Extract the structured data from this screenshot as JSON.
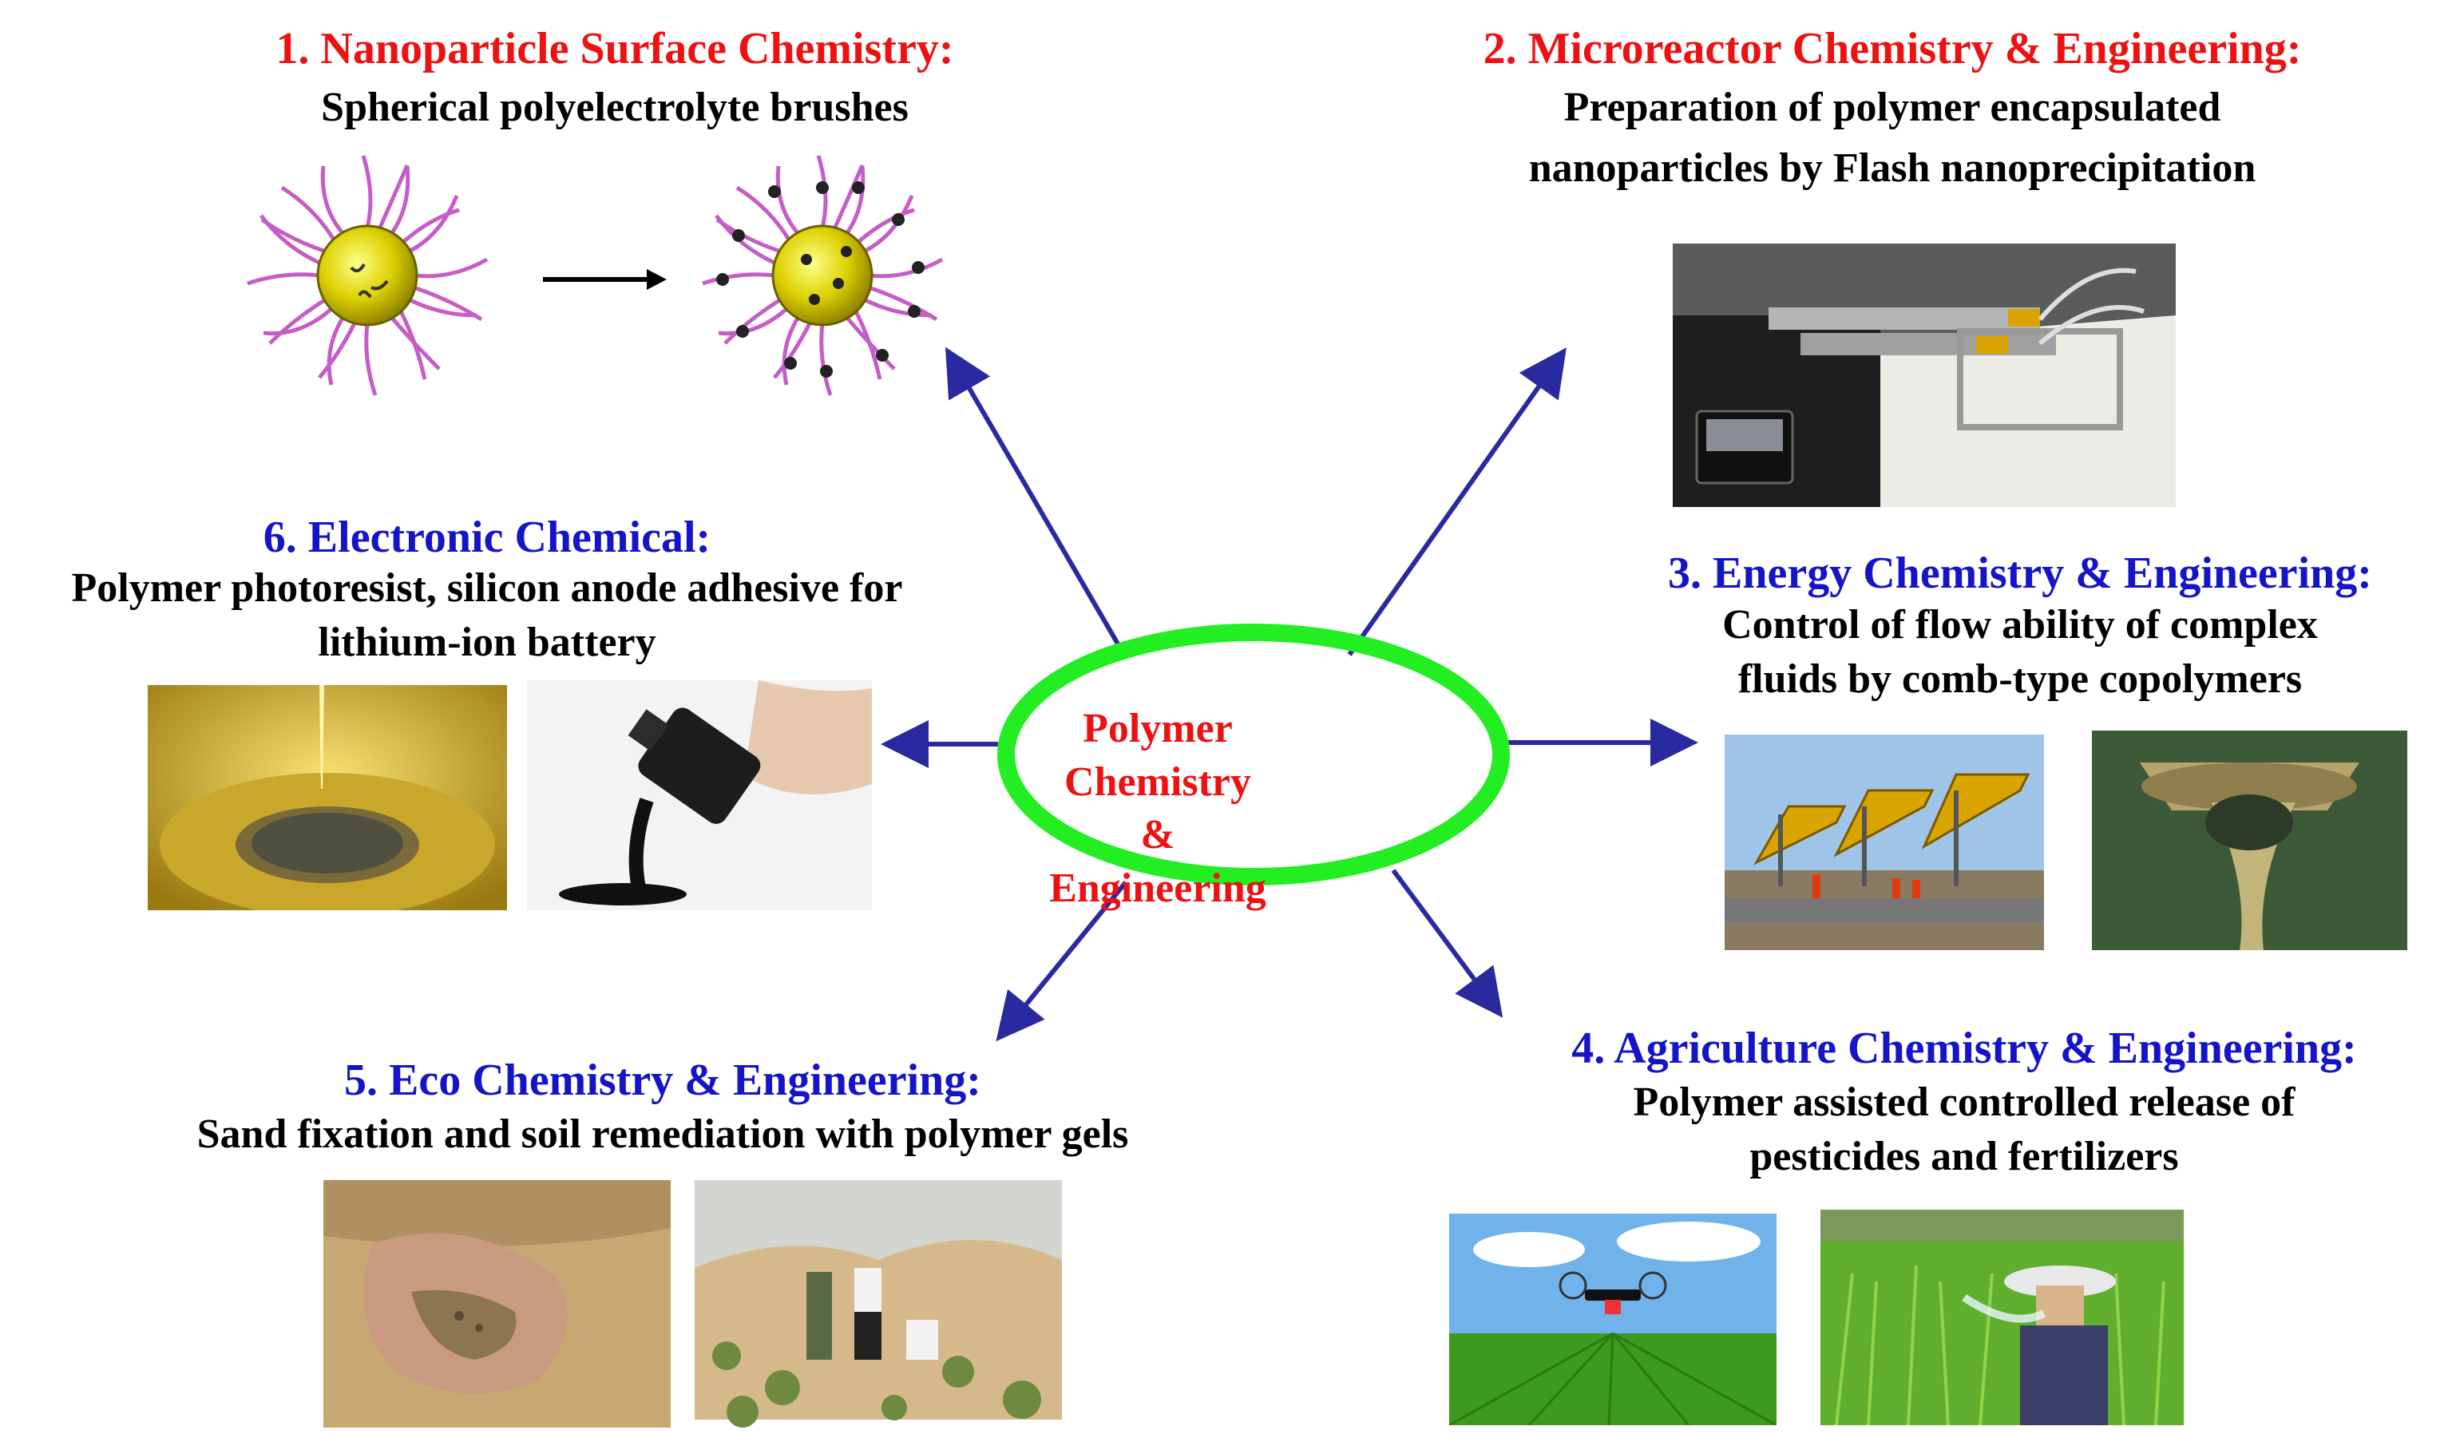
{
  "center": {
    "line1": "Polymer Chemistry",
    "line2": "& Engineering"
  },
  "colors": {
    "heading_red": "#ee1111",
    "heading_blue": "#1414c8",
    "arrow": "#2a2aa0",
    "hub_ring": "#22ee22"
  },
  "topics": [
    {
      "heading": "1. Nanoparticle Surface Chemistry:",
      "description": [
        "Spherical polyelectrolyte brushes"
      ]
    },
    {
      "heading": "2. Microreactor Chemistry & Engineering:",
      "description": [
        "Preparation of polymer encapsulated",
        "nanoparticles by Flash nanoprecipitation"
      ]
    },
    {
      "heading": "3. Energy Chemistry & Engineering:",
      "description": [
        "Control of flow ability of complex",
        "fluids by comb-type copolymers"
      ]
    },
    {
      "heading": "4. Agriculture Chemistry & Engineering:",
      "description": [
        "Polymer assisted controlled release of",
        "pesticides and fertilizers"
      ]
    },
    {
      "heading": "5. Eco Chemistry & Engineering:",
      "description": [
        "Sand fixation and soil remediation with polymer gels"
      ]
    },
    {
      "heading": "6. Electronic Chemical:",
      "description": [
        "Polymer photoresist, silicon anode adhesive for",
        "lithium-ion battery"
      ]
    }
  ]
}
